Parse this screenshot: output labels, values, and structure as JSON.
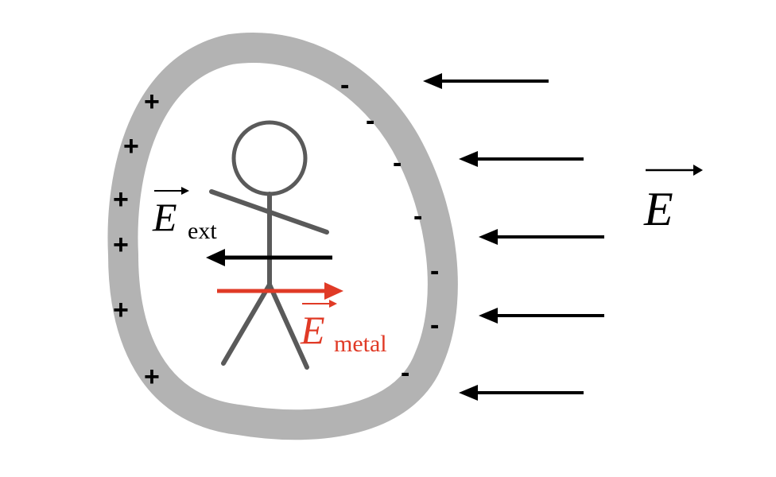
{
  "labels": {
    "field_symbol": "E",
    "ext_symbol": "E",
    "ext_subscript": "ext",
    "metal_symbol": "E",
    "metal_subscript": "metal"
  },
  "charges": {
    "positive": [
      "+",
      "+",
      "+",
      "+",
      "+",
      "+"
    ],
    "negative": [
      "-",
      "-",
      "-",
      "-",
      "-",
      "-",
      "-",
      "-"
    ]
  },
  "colors": {
    "shell": "#b3b3b3",
    "figure": "#5a5a5a",
    "arrow": "#000000",
    "metal_field": "#e03a26"
  }
}
